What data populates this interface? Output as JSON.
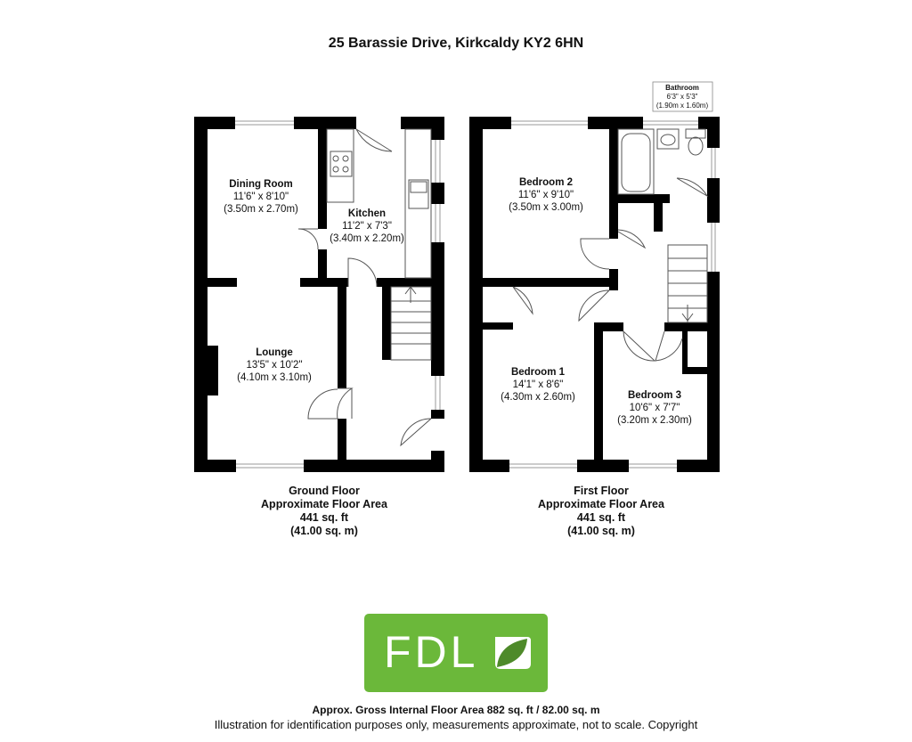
{
  "title": "25 Barassie Drive, Kirkcaldy KY2 6HN",
  "ground_floor": {
    "rooms": [
      {
        "name": "Dining Room",
        "imperial": "11'6\" x 8'10\"",
        "metric": "(3.50m x 2.70m)"
      },
      {
        "name": "Kitchen",
        "imperial": "11'2\" x 7'3\"",
        "metric": "(3.40m x 2.20m)"
      },
      {
        "name": "Lounge",
        "imperial": "13'5\" x 10'2\"",
        "metric": "(4.10m x 3.10m)"
      }
    ],
    "label": [
      "Ground Floor",
      "Approximate Floor Area",
      "441 sq. ft",
      "(41.00 sq. m)"
    ]
  },
  "first_floor": {
    "rooms": [
      {
        "name": "Bathroom",
        "imperial": "6'3\" x 5'3\"",
        "metric": "(1.90m x 1.60m)"
      },
      {
        "name": "Bedroom 2",
        "imperial": "11'6\" x 9'10\"",
        "metric": "(3.50m x 3.00m)"
      },
      {
        "name": "Bedroom 1",
        "imperial": "14'1\" x 8'6\"",
        "metric": "(4.30m x 2.60m)"
      },
      {
        "name": "Bedroom 3",
        "imperial": "10'6\" x 7'7\"",
        "metric": "(3.20m x 2.30m)"
      }
    ],
    "label": [
      "First Floor",
      "Approximate Floor Area",
      "441 sq. ft",
      "(41.00 sq. m)"
    ]
  },
  "logo": {
    "text": "FDL",
    "color": "#6bb83a",
    "leaf_color": "#4e8a2a"
  },
  "footer": {
    "total": "Approx. Gross Internal Floor Area 882 sq. ft / 82.00 sq. m",
    "disclaimer": "Illustration for identification purposes only, measurements approximate, not to scale. Copyright"
  },
  "colors": {
    "wall": "#000000",
    "window_line": "#9a9a9a"
  }
}
